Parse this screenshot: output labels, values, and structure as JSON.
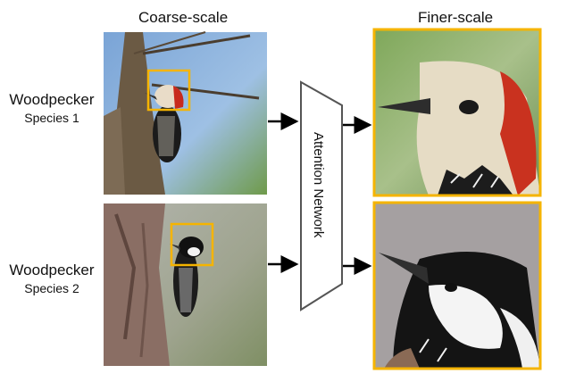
{
  "headers": {
    "coarse": "Coarse-scale",
    "finer": "Finer-scale"
  },
  "rows": [
    {
      "name": "Woodpecker",
      "sub": "Species 1"
    },
    {
      "name": "Woodpecker",
      "sub": "Species 2"
    }
  ],
  "network_label": "Attention Network",
  "colors": {
    "highlight": "#f5b400",
    "arrow": "#000000",
    "network_stroke": "#555555"
  }
}
